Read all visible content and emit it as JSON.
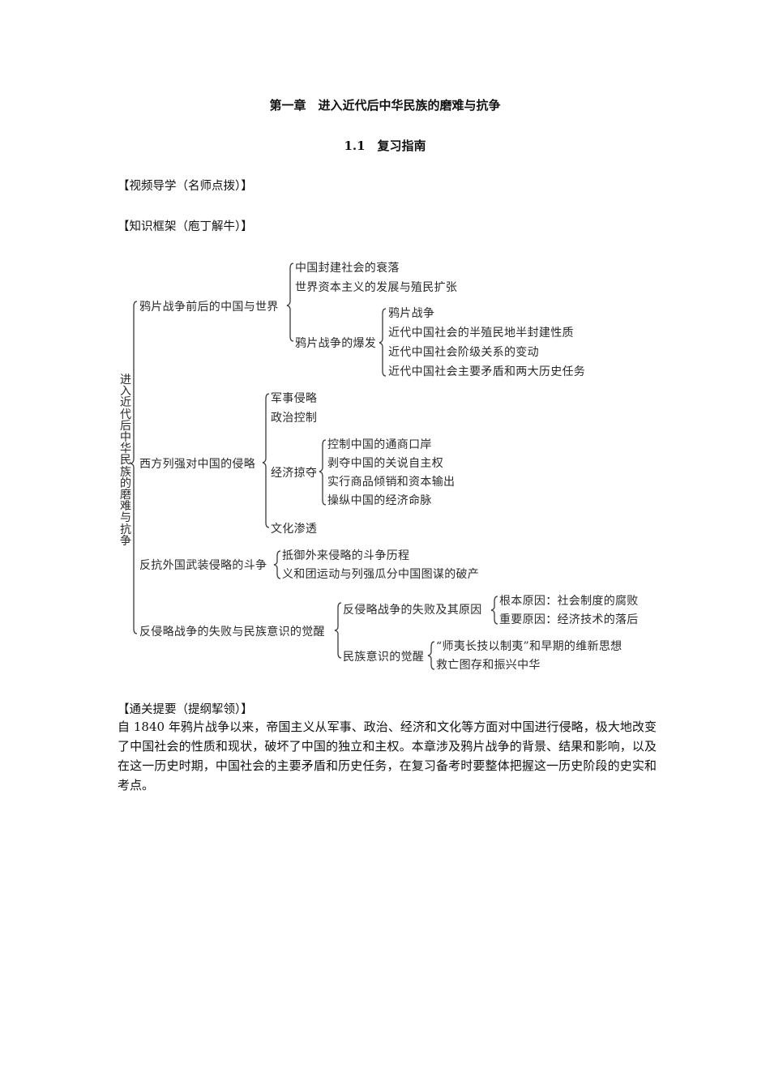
{
  "document": {
    "chapter_title": "第一章　进入近代后中华民族的磨难与抗争",
    "section_title": "1.1　复习指南",
    "headings": {
      "video": "【视频导学（名师点拨）】",
      "framework": "【知识框架（庖丁解牛）】",
      "summary": "【通关提要（提纲挈领）】"
    },
    "summary_paragraph": "自 1840 年鸦片战争以来，帝国主义从军事、政治、经济和文化等方面对中国进行侵略，极大地改变了中国社会的性质和现状，破坏了中国的独立和主权。本章涉及鸦片战争的背景、结果和影响，以及在这一历史时期，中国社会的主要矛盾和历史任务，在复习备考时要整体把握这一历史阶段的史实和考点。"
  },
  "diagram": {
    "root": [
      "进",
      "入",
      "近",
      "代",
      "后",
      "中",
      "华",
      "民",
      "族",
      "的",
      "磨",
      "难",
      "与",
      "抗",
      "争"
    ],
    "branches": [
      {
        "label": "鸦片战争前后的中国与世界",
        "children": [
          {
            "label": "中国封建社会的衰落"
          },
          {
            "label": "世界资本主义的发展与殖民扩张"
          },
          {
            "label": "鸦片战争的爆发",
            "children": [
              {
                "label": "鸦片战争"
              },
              {
                "label": "近代中国社会的半殖民地半封建性质"
              },
              {
                "label": "近代中国社会阶级关系的变动"
              },
              {
                "label": "近代中国社会主要矛盾和两大历史任务"
              }
            ]
          }
        ]
      },
      {
        "label": "西方列强对中国的侵略",
        "children": [
          {
            "label": "军事侵略"
          },
          {
            "label": "政治控制"
          },
          {
            "label": "经济掠夺",
            "children": [
              {
                "label": "控制中国的通商口岸"
              },
              {
                "label": "剥夺中国的关说自主权"
              },
              {
                "label": "实行商品倾销和资本输出"
              },
              {
                "label": "操纵中国的经济命脉"
              }
            ]
          },
          {
            "label": "文化渗透"
          }
        ]
      },
      {
        "label": "反抗外国武装侵略的斗争",
        "children": [
          {
            "label": "抵御外来侵略的斗争历程"
          },
          {
            "label": "义和团运动与列强瓜分中国图谋的破产"
          }
        ]
      },
      {
        "label": "反侵略战争的失败与民族意识的觉醒",
        "children": [
          {
            "label": "反侵略战争的失败及其原因",
            "children": [
              {
                "label": "根本原因：社会制度的腐败"
              },
              {
                "label": "重要原因：经济技术的落后"
              }
            ]
          },
          {
            "label": "民族意识的觉醒",
            "children": [
              {
                "label": "“师夷长技以制夷”和早期的维新思想"
              },
              {
                "label": "救亡图存和振兴中华"
              }
            ]
          }
        ]
      }
    ]
  }
}
